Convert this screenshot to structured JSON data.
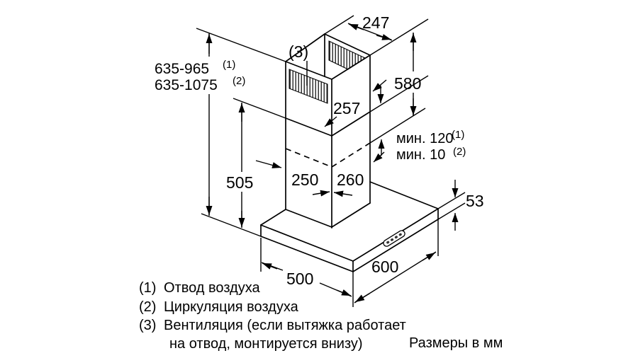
{
  "figure": {
    "dims": {
      "top_depth": "247",
      "upper_section_height": "580",
      "top_width": "257",
      "total_height_mode1": "635-965",
      "total_height_mode1_sup": "(1)",
      "total_height_mode2": "635-1075",
      "total_height_mode2_sup": "(2)",
      "min_overlap_mode1": "мин. 120",
      "min_overlap_mode1_sup": "(1)",
      "min_overlap_mode2": "мин. 10",
      "min_overlap_mode2_sup": "(2)",
      "lower_height": "505",
      "duct_depth": "250",
      "duct_width": "260",
      "hood_thickness": "53",
      "hood_depth": "500",
      "hood_width": "600",
      "vent_callout": "(3)"
    },
    "legend": {
      "item1_num": "(1)",
      "item1_text": "Отвод воздуха",
      "item2_num": "(2)",
      "item2_text": "Циркуляция воздуха",
      "item3_num": "(3)",
      "item3_text": "Вентиляция (если вытяжка работает",
      "item3_cont": "на отвод, монтируется внизу)"
    },
    "units_note": "Размеры в мм"
  }
}
